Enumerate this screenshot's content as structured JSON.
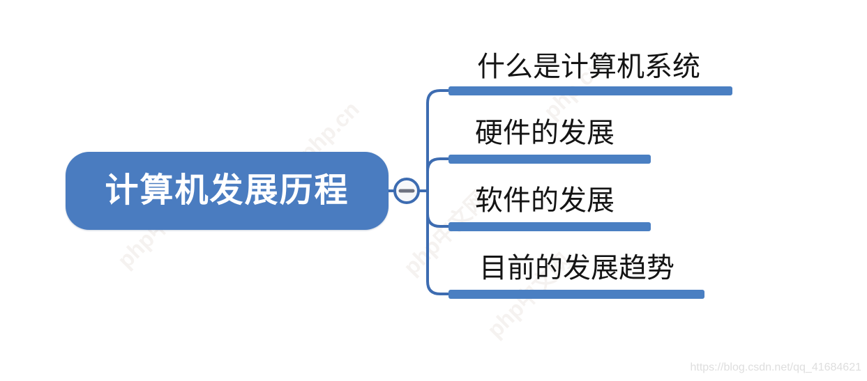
{
  "root": {
    "label": "计算机发展历程"
  },
  "collapse_button": {
    "icon": "minus-icon",
    "state": "expanded"
  },
  "branches": [
    {
      "label": "什么是计算机系统"
    },
    {
      "label": "硬件的发展"
    },
    {
      "label": "软件的发展"
    },
    {
      "label": "目前的发展趋势"
    }
  ],
  "watermarks": {
    "site": "php中文网",
    "site_latin": "php.cn",
    "url": "https://blog.csdn.net/qq_41684621"
  },
  "colors": {
    "node_fill": "#4a7cc0",
    "branch_bar_fill": "#4a7fc2",
    "connector_line": "#3d6cb1",
    "collapse_circle_fill": "#f7f8fa",
    "collapse_minus": "#6e7280",
    "branch_text": "#141414",
    "node_text": "#ffffff",
    "url_watermark_text": "#dedede"
  }
}
